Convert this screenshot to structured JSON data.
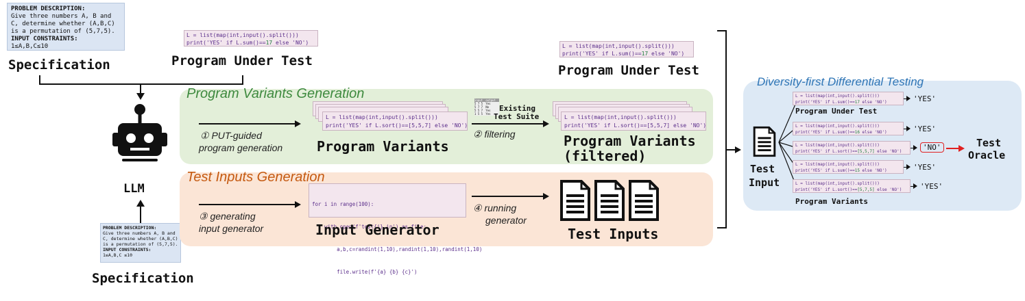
{
  "specification_top": {
    "title": "PROBLEM DESCRIPTION:",
    "body": "Give three numbers A, B and C, determine whether (A,B,C) is a permutation of (5,7,5).",
    "constraints_title": "INPUT CONSTRAINTS:",
    "constraints": "1≤A,B,C≤10",
    "label": "Specification"
  },
  "specification_bottom": {
    "title": "PROBLEM DESCRIPTION:",
    "body": "Give three numbers A, B and C, determine whether (A,B,C) is a permutation of (5,7,5).",
    "constraints_title": "INPUT CONSTRAINTS:",
    "constraints": "1≤A,B,C ≤10",
    "label": "Specification"
  },
  "put": {
    "line1": "L = list(map(int,input().split()))",
    "line2_a": "print('YES' if L.sum()==",
    "line2_n": "17",
    "line2_b": " else 'NO')",
    "label": "Program Under Test"
  },
  "llm": {
    "label": "LLM"
  },
  "variants_panel": {
    "title": "Program Variants Generation",
    "step1": "① PUT-guided",
    "step1b": "program generation",
    "variants_label": "Program Variants",
    "variant_line1": "L = list(map(int,input().split()))",
    "variant_line2": "print('YES' if L.sort()==[5,5,7] else 'NO')",
    "suite_label1": "Existing",
    "suite_label2": "Test Suite",
    "step2": "② filtering",
    "filtered_label1": "Program Variants",
    "filtered_label2": "(filtered)",
    "suite_table": {
      "headers": [
        "input",
        "output"
      ],
      "rows": [
        [
          "5 7 5",
          "Yes"
        ],
        [
          "5 7 7",
          "No"
        ],
        [
          "5 5 7",
          "Yes"
        ],
        [
          "1 5 5",
          "Yes"
        ]
      ]
    }
  },
  "inputs_panel": {
    "title": "Test Inputs Generation",
    "step3": "③ generating",
    "step3b": "input generator",
    "gen_code": [
      "for i in range(100):",
      "    with open(f'test{i}.in') as file:",
      "        a,b,c=randint(1,10),randint(1,10),randint(1,10)",
      "        file.write(f'{a} {b} {c}')"
    ],
    "gen_label": "Input Generator",
    "step4": "④ running",
    "step4b": "generator",
    "inputs_label": "Test Inputs"
  },
  "diff_panel": {
    "title": "Diversity-first Differential Testing",
    "test_input_label1": "Test",
    "test_input_label2": "Input",
    "put_label": "Program Under Test",
    "variants_label": "Program Variants",
    "oracle1": "Test",
    "oracle2": "Oracle",
    "rows": [
      {
        "l1": "L = list(map(int,input().split()))",
        "l2a": "print('YES' if L.sum()==",
        "n": "17",
        "l2b": " else 'NO')",
        "out": "'YES'"
      },
      {
        "l1": "L = list(map(int,input().split()))",
        "l2a": "print('YES' if L.sum()==",
        "n": "16",
        "l2b": " else 'NO')",
        "out": "'YES'"
      },
      {
        "l1": "L = list(map(int,input().split()))",
        "l2a": "print('YES' if L.sort()==",
        "n": "[5,5,7]",
        "l2b": " else 'NO')",
        "out": "'NO'"
      },
      {
        "l1": "L = list(map(int,input().split()))",
        "l2a": "print('YES' if L.sum()==",
        "n": "15",
        "l2b": " else 'NO')",
        "out": "'YES'"
      },
      {
        "l1": "L = list(map(int,input().split()))",
        "l2a": "print('YES' if L.sort()==",
        "n": "[5,7,5]",
        "l2b": " else 'NO')",
        "out": "'YES'"
      }
    ]
  },
  "colors": {
    "green": "#3e8a3e",
    "orange": "#c55a11",
    "blue": "#2e75b6",
    "red": "#e02020"
  }
}
